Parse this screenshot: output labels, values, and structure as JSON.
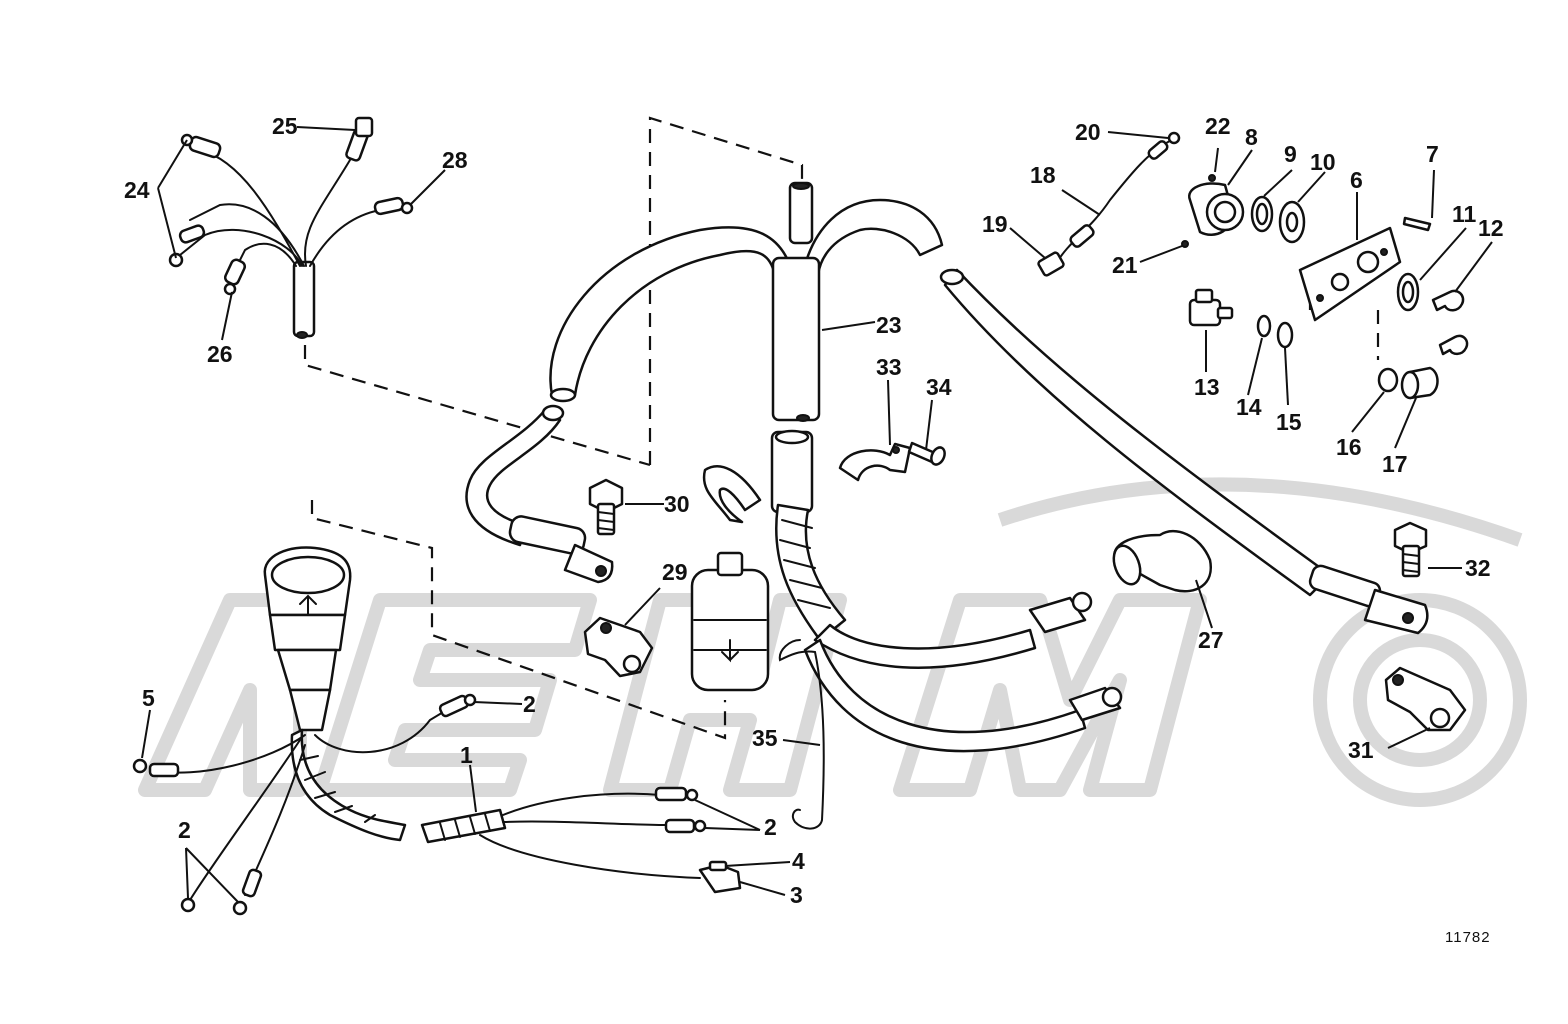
{
  "figure_id": "11782",
  "watermark": "",
  "callouts": [
    {
      "id": "c1",
      "text": "1"
    },
    {
      "id": "c2a",
      "text": "2"
    },
    {
      "id": "c2b",
      "text": "2"
    },
    {
      "id": "c2c",
      "text": "2"
    },
    {
      "id": "c3",
      "text": "3"
    },
    {
      "id": "c4",
      "text": "4"
    },
    {
      "id": "c5",
      "text": "5"
    },
    {
      "id": "c6",
      "text": "6"
    },
    {
      "id": "c7",
      "text": "7"
    },
    {
      "id": "c8",
      "text": "8"
    },
    {
      "id": "c9",
      "text": "9"
    },
    {
      "id": "c10",
      "text": "10"
    },
    {
      "id": "c11",
      "text": "11"
    },
    {
      "id": "c12",
      "text": "12"
    },
    {
      "id": "c13",
      "text": "13"
    },
    {
      "id": "c14",
      "text": "14"
    },
    {
      "id": "c15",
      "text": "15"
    },
    {
      "id": "c16",
      "text": "16"
    },
    {
      "id": "c17",
      "text": "17"
    },
    {
      "id": "c18",
      "text": "18"
    },
    {
      "id": "c19",
      "text": "19"
    },
    {
      "id": "c20",
      "text": "20"
    },
    {
      "id": "c21",
      "text": "21"
    },
    {
      "id": "c22",
      "text": "22"
    },
    {
      "id": "c23",
      "text": "23"
    },
    {
      "id": "c24",
      "text": "24"
    },
    {
      "id": "c25",
      "text": "25"
    },
    {
      "id": "c26",
      "text": "26"
    },
    {
      "id": "c27",
      "text": "27"
    },
    {
      "id": "c28",
      "text": "28"
    },
    {
      "id": "c29",
      "text": "29"
    },
    {
      "id": "c30",
      "text": "30"
    },
    {
      "id": "c31",
      "text": "31"
    },
    {
      "id": "c32",
      "text": "32"
    },
    {
      "id": "c33",
      "text": "33"
    },
    {
      "id": "c34",
      "text": "34"
    },
    {
      "id": "c35",
      "text": "35"
    }
  ]
}
